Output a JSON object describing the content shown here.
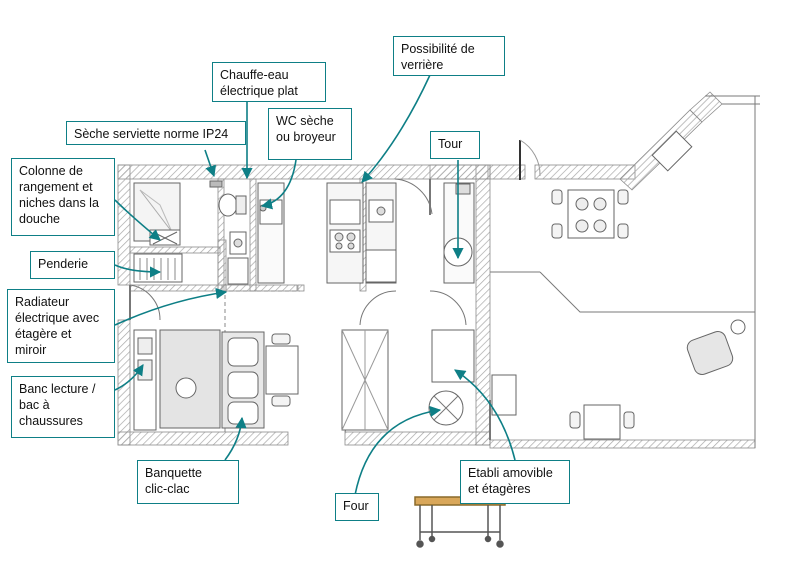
{
  "callouts": {
    "chauffe_eau": "Chauffe-eau\nélectrique plat",
    "verriere": "Possibilité de\nverrière",
    "seche_serviette": "Sèche serviette norme IP24",
    "wc": "WC sèche\nou broyeur",
    "tour": "Tour",
    "colonne": "Colonne de\nrangement et\nniches dans la\ndouche",
    "penderie": "Penderie",
    "radiateur": "Radiateur\nélectrique avec\nétagère et\nmiroir",
    "banc": "Banc lecture /\nbac à\nchaussures",
    "banquette": "Banquette\nclic-clac",
    "four": "Four",
    "etabli": "Etabli amovible\net étagères"
  },
  "colors": {
    "accent": "#0e7f86",
    "wall": "#8c8c8c",
    "hatch": "#b0b0b0",
    "line": "#6a6a6a"
  }
}
